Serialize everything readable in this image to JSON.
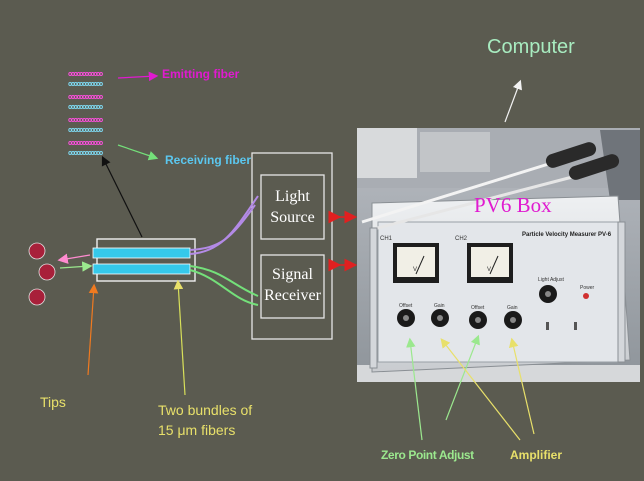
{
  "labels": {
    "computer": "Computer",
    "emitting_fiber": "Emitting fiber",
    "receiving_fiber": "Receiving fiber",
    "light_source_1": "Light",
    "light_source_2": "Source",
    "signal_receiver_1": "Signal",
    "signal_receiver_2": "Receiver",
    "pv6_box": "PV6 Box",
    "tips": "Tips",
    "bundles_1": "Two bundles of",
    "bundles_2": "15 μm fibers",
    "zero_point_adjust": "Zero Point Adjust",
    "amplifier": "Amplifier"
  },
  "fiber_pattern": "oooooooooooo",
  "instrument": {
    "brand_title": "Particle Velocity Measurer  PV-6",
    "channel_1": "CH1",
    "channel_2": "CH2",
    "light_adjust": "Light Adjust",
    "power": "Power",
    "meter_unit": "V",
    "knob_labels": [
      "Offset",
      "Gain",
      "Offset",
      "Gain"
    ]
  },
  "colors": {
    "background": "#5b5b50",
    "magenta": "#e01ad0",
    "cyan": "#5bc7ef",
    "green_text": "#9be88e",
    "yellow_text": "#e8e06a",
    "red_arrow": "#e02020",
    "fiber_purple": "#b38ae6",
    "fiber_green": "#74e07a",
    "tip_red": "#a8203a",
    "bundle_cyan": "#35c9ea"
  }
}
